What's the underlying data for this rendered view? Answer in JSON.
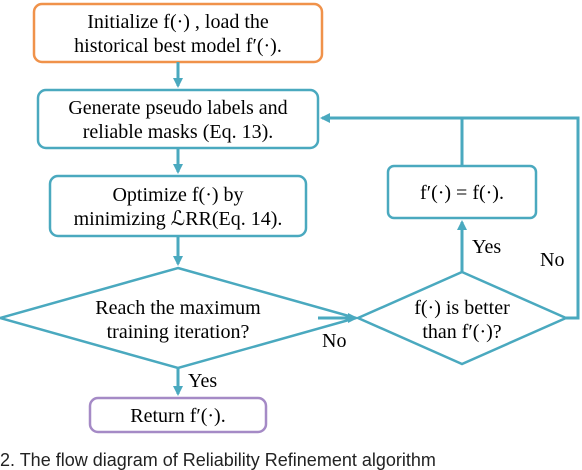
{
  "colors": {
    "flow": "#4aa9bf",
    "start_border": "#f0924a",
    "end_border": "#a58ac6",
    "text": "#1a1a1a"
  },
  "nodes": {
    "init": {
      "line1": "Initialize f(·) , load the",
      "line2": "historical best model f′(·)."
    },
    "generate": {
      "line1": "Generate pseudo labels and",
      "line2": "reliable masks (Eq. 13)."
    },
    "optimize": {
      "line1": "Optimize f(·) by",
      "line2": "minimizing ℒRR(Eq. 14)."
    },
    "reach_max": {
      "line1": "Reach the maximum",
      "line2": "training iteration?"
    },
    "better": {
      "line1": "f(·) is better",
      "line2": "than f′(·)?"
    },
    "update": {
      "text": "f′(·) = f(·)."
    },
    "return": {
      "text": "Return f′(·)."
    }
  },
  "edge_labels": {
    "no_reach": "No",
    "yes_reach": "Yes",
    "yes_better": "Yes",
    "no_better": "No"
  },
  "caption": "2. The flow diagram of Reliability Refinement algorithm"
}
